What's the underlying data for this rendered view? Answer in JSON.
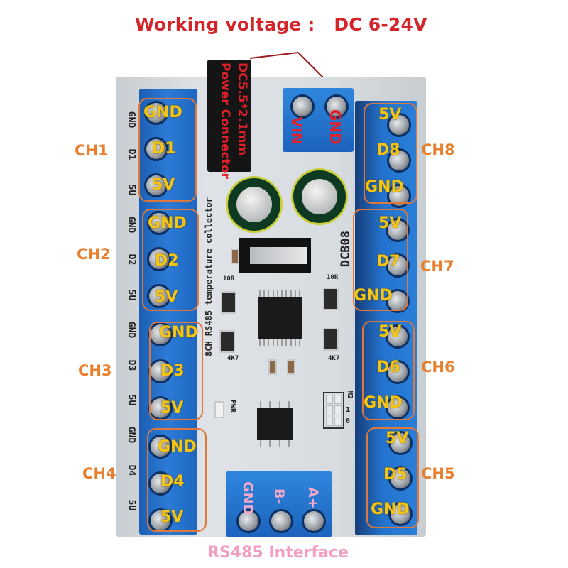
{
  "header": {
    "working_voltage_label": "Working voltage :",
    "working_voltage_value": "DC 6-24V"
  },
  "power": {
    "dc_jack_line1": "DC5.5*2.1mm",
    "dc_jack_line2": "Power Connector",
    "terminal_pins": [
      "VIN",
      "GND"
    ]
  },
  "board": {
    "name_silkscreen": "8CH RS485 temperature collector",
    "model_silkscreen": "DCB08",
    "pwr_led_label": "PWR",
    "resistor_labels": [
      "10R",
      "10R",
      "4K7",
      "4K7"
    ],
    "jumper_labels": [
      "M2",
      "1",
      "0"
    ],
    "left_edge_silkscreen": [
      "GND",
      "D1",
      "5U",
      "GND",
      "D2",
      "5U",
      "GND",
      "D3",
      "5U",
      "GND",
      "D4",
      "5U"
    ]
  },
  "left_channels": [
    {
      "label": "CH1",
      "pins": [
        "GND",
        "D1",
        "5V"
      ]
    },
    {
      "label": "CH2",
      "pins": [
        "GND",
        "D2",
        "5V"
      ]
    },
    {
      "label": "CH3",
      "pins": [
        "GND",
        "D3",
        "5V"
      ]
    },
    {
      "label": "CH4",
      "pins": [
        "GND",
        "D4",
        "5V"
      ]
    }
  ],
  "right_channels": [
    {
      "label": "CH8",
      "pins": [
        "5V",
        "D8",
        "GND"
      ]
    },
    {
      "label": "CH7",
      "pins": [
        "5V",
        "D7",
        "GND"
      ]
    },
    {
      "label": "CH6",
      "pins": [
        "5V",
        "D6",
        "GND"
      ]
    },
    {
      "label": "CH5",
      "pins": [
        "5V",
        "D5",
        "GND"
      ]
    }
  ],
  "rs485": {
    "pins": [
      "GND",
      "B-",
      "A+"
    ],
    "label": "RS485 Interface"
  },
  "colors": {
    "title_red": "#d4262a",
    "channel_orange": "#e8812f",
    "pin_yellow": "#f5c515",
    "rs485_pink": "#f2a0c2",
    "terminal_blue": "#2474cf"
  }
}
